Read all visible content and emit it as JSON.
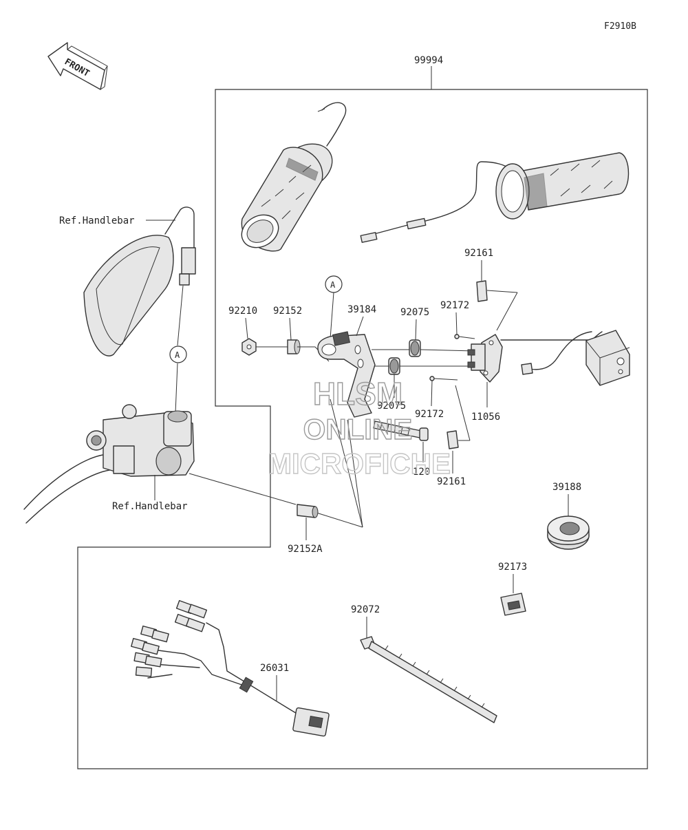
{
  "figure_id": "F2910B",
  "front_label": "FRONT",
  "kit_number": "99994",
  "ref_labels": {
    "handlebar_top": "Ref.Handlebar",
    "handlebar_bottom": "Ref.Handlebar"
  },
  "callout_letter": "A",
  "parts": {
    "p92161_top": "92161",
    "p92210": "92210",
    "p92152": "92152",
    "p39184": "39184",
    "p92075_top": "92075",
    "p92172_top": "92172",
    "p92075_bottom": "92075",
    "p92172_bottom": "92172",
    "p11056": "11056",
    "p120": "120",
    "p92161_bottom": "92161",
    "p39188": "39188",
    "p92152A": "92152A",
    "p92173": "92173",
    "p92072": "92072",
    "p26031": "26031"
  },
  "watermark": {
    "line1": "HLSM",
    "line2": "ONLINE",
    "line3": "MICROFICHE"
  }
}
